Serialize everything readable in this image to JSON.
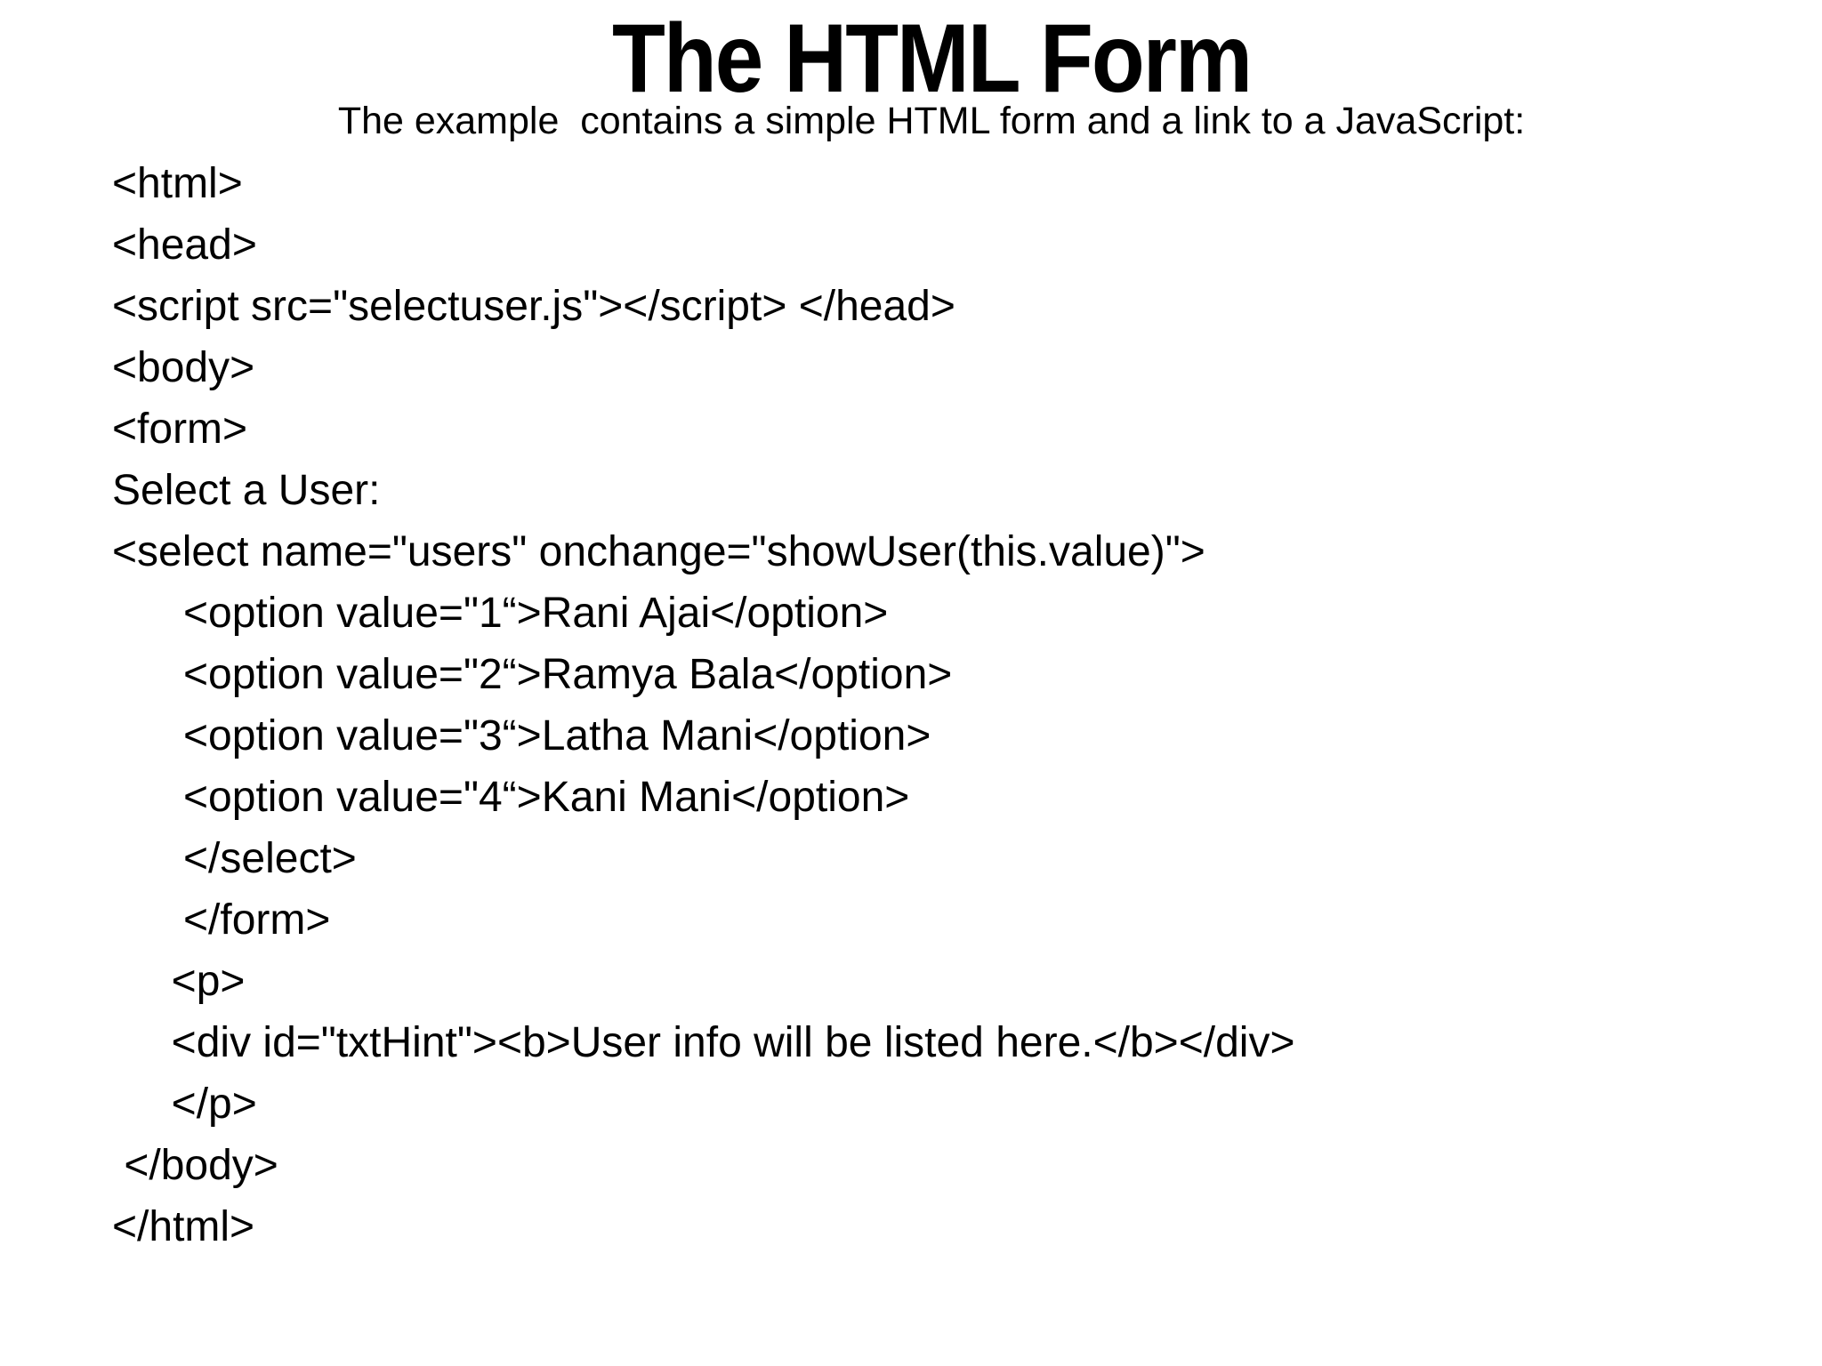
{
  "slide": {
    "title": "The HTML Form",
    "subtitle": "The example  contains a simple HTML form and a link to a JavaScript:",
    "code_lines": [
      "<html>",
      "<head>",
      "<script src=\"selectuser.js\"></script> </head>",
      "<body>",
      "<form>",
      "Select a User:",
      "<select name=\"users\" onchange=\"showUser(this.value)\">",
      "      <option value=\"1“>Rani Ajai</option>",
      "      <option value=\"2“>Ramya Bala</option>",
      "      <option value=\"3“>Latha Mani</option>",
      "      <option value=\"4“>Kani Mani</option>",
      "      </select>",
      "      </form>",
      "     <p>",
      "     <div id=\"txtHint\"><b>User info will be listed here.</b></div>",
      "     </p>",
      " </body>",
      "</html>"
    ],
    "colors": {
      "background": "#ffffff",
      "text": "#000000"
    }
  }
}
